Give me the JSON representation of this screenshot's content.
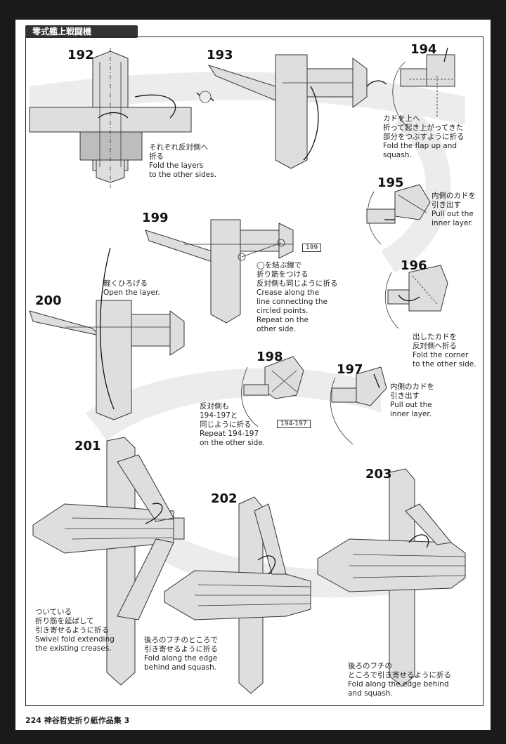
{
  "header": {
    "title": "零式艦上戦闘機"
  },
  "steps": [
    {
      "num": "192",
      "text": "それぞれ反対側へ\n折る\nFold the layers\nto the other sides."
    },
    {
      "num": "193",
      "text": ""
    },
    {
      "num": "194",
      "text": "カドを上へ\n折って起き上がってきた\n部分をつぶすように折る\nFold the flap up and\nsquash."
    },
    {
      "num": "195",
      "text": "内側のカドを\n引き出す\nPull out the\ninner layer."
    },
    {
      "num": "196",
      "text": "出したカドを\n反対側へ折る\nFold the corner\nto the other side."
    },
    {
      "num": "197",
      "text": "内側のカドを\n引き出す\nPull out the\ninner layer."
    },
    {
      "num": "198",
      "text": "反対側も\n194-197と\n同じように折る\nRepeat 194-197\non the other side."
    },
    {
      "num": "199",
      "text": "◯を結ぶ線で\n折り筋をつける\n反対側も同じように折る\nCrease along the\nline connecting the\ncircled points.\nRepeat on the\nother side."
    },
    {
      "num": "200",
      "text": "軽くひろげる\nOpen the layer."
    },
    {
      "num": "201",
      "text": "ついている\n折り筋を延ばして\n引き寄せるように折る\nSwivel fold extending\nthe existing creases."
    },
    {
      "num": "202",
      "text": "後ろのフチのところで\n引き寄せるように折る\nFold along the edge\nbehind and squash."
    },
    {
      "num": "203",
      "text": "後ろのフチの\nところで引き寄せるように折る\nFold along the edge behind\nand squash."
    }
  ],
  "refs": {
    "ref199": "199",
    "ref198": "194-197"
  },
  "footer": {
    "page": "224",
    "book": "神谷哲史折り紙作品集 3"
  }
}
